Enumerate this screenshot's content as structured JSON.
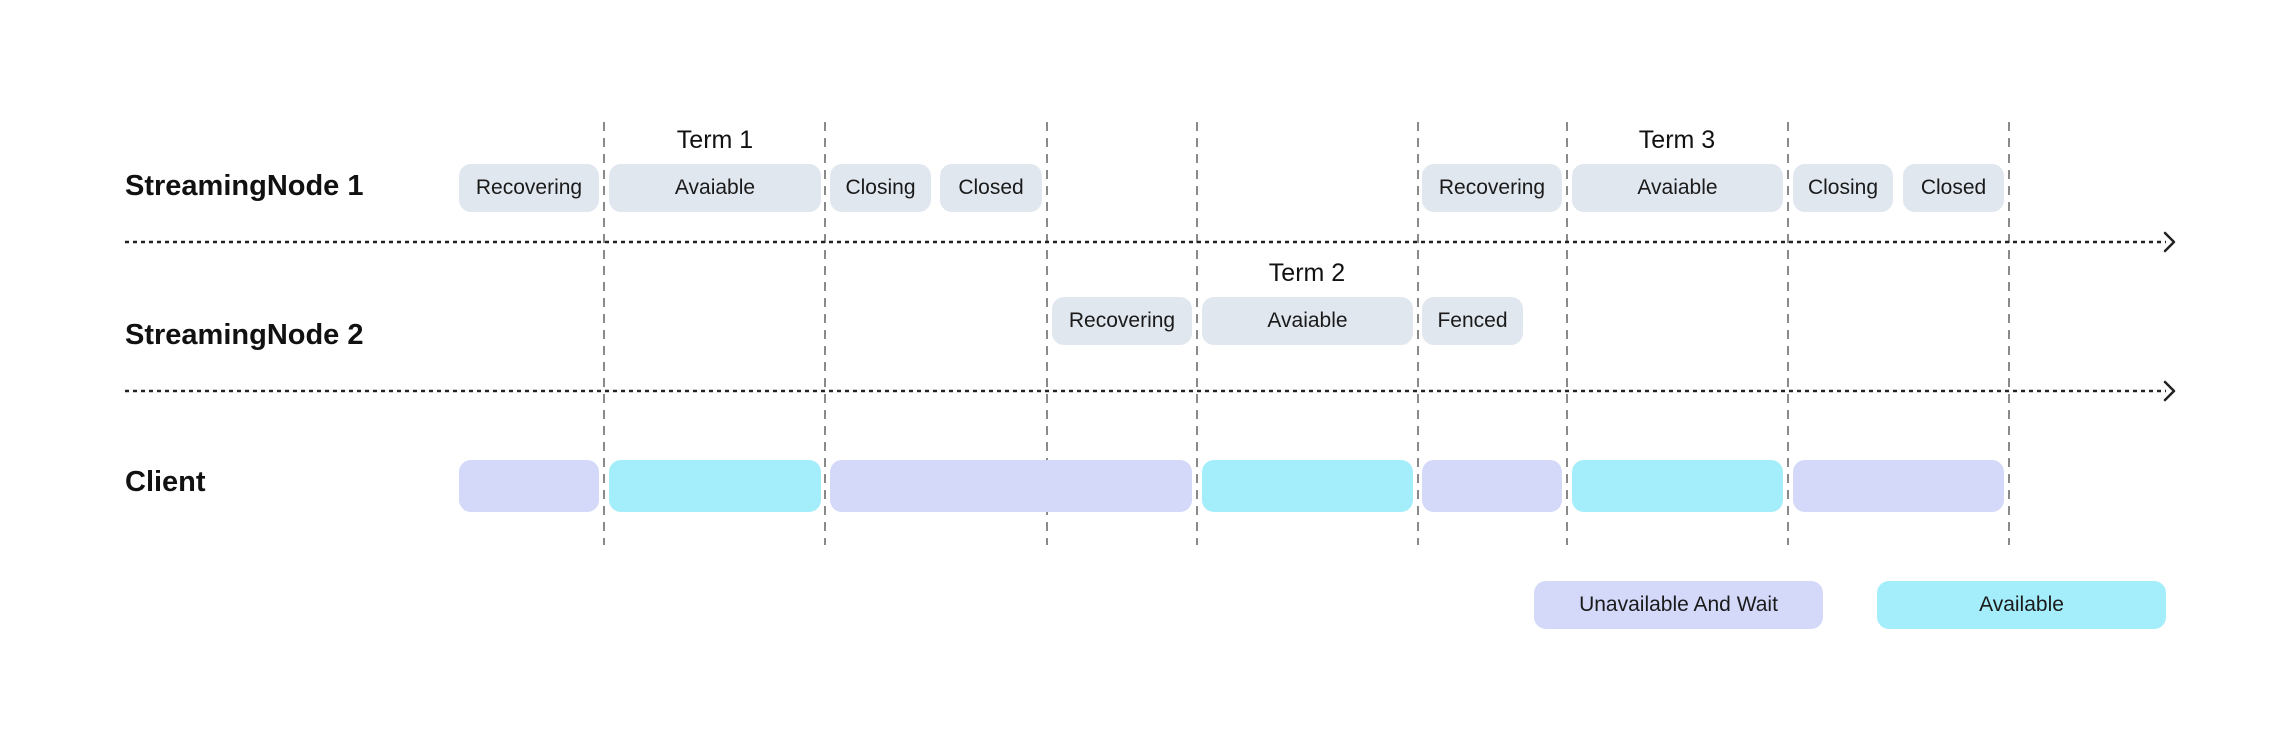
{
  "rows": {
    "node1": "StreamingNode 1",
    "node2": "StreamingNode 2",
    "client": "Client"
  },
  "terms": {
    "term1": "Term 1",
    "term2": "Term 2",
    "term3": "Term 3"
  },
  "node1_states": [
    "Recovering",
    "Avaiable",
    "Closing",
    "Closed",
    "Recovering",
    "Avaiable",
    "Closing",
    "Closed"
  ],
  "node2_states": [
    "Recovering",
    "Avaiable",
    "Fenced"
  ],
  "client_states": [
    "wait",
    "available",
    "wait",
    "available",
    "wait",
    "available",
    "wait"
  ],
  "legend": {
    "wait": "Unavailable And Wait",
    "available": "Available"
  },
  "colors": {
    "state_box": "#e1e7ef",
    "unavailable_wait": "#d4d9fa",
    "available": "#a4eefb",
    "guide_line": "#8a8a8a",
    "timeline": "#222222"
  }
}
